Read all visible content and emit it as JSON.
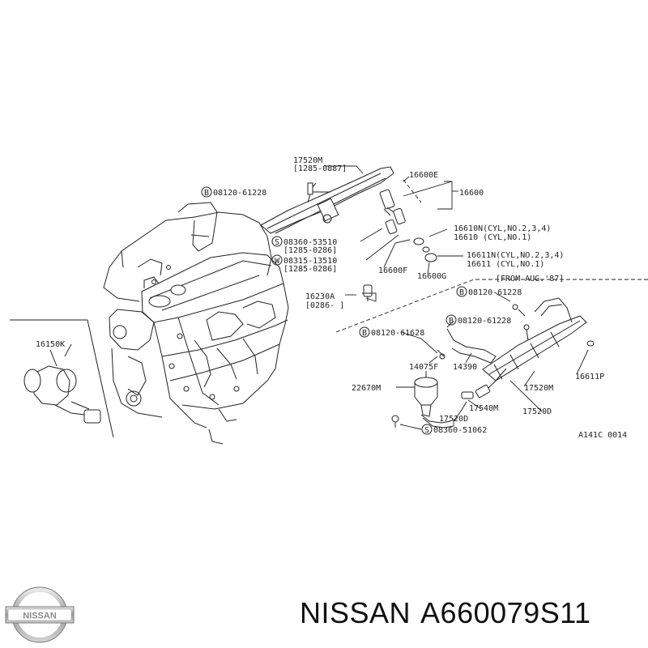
{
  "diagram": {
    "code": "A141C 0014",
    "labels": {
      "p17520M_top": "17520M",
      "p17520M_top_range": "[1285-0887]",
      "p16600E": "16600E",
      "p16600": "16600",
      "b08120_61228_a": "08120-61228",
      "s08360_53510": "08360-53510",
      "s08360_53510_range": "[1285-0286]",
      "w08315_13510": "08315-13510",
      "w08315_13510_range": "[1285-0286]",
      "p16610N": "16610N(CYL,NO.2,3,4)",
      "p16610": "16610  (CYL,NO.1)",
      "p16611N": "16611N(CYL,NO.2,3,4)",
      "p16611": "16611  (CYL,NO.1)",
      "p16600F": "16600F",
      "p16600G": "16600G",
      "p16230A": "16230A",
      "p16230A_range": "[0286-   ]",
      "from_aug": "[FROM AUG.'87]",
      "b08120_61228_b": "08120-61228",
      "b08120_61228_c": "08120-61228",
      "b08120_61628": "08120-61628",
      "p16150K": "16150K",
      "p14075F": "14075F",
      "p14390": "14390",
      "p22670M": "22670M",
      "p17540M": "17540M",
      "p17520M_bottom": "17520M",
      "p17520D_a": "17520D",
      "p17520D_b": "17520D",
      "s08360_51062": "08360-51062",
      "p16611P": "16611P"
    },
    "markers": {
      "bolt": "B",
      "screw": "S",
      "washer": "W"
    }
  },
  "brand": {
    "logo_text": "NISSAN",
    "title_brand": "NISSAN",
    "title_part": "A660079S11"
  }
}
